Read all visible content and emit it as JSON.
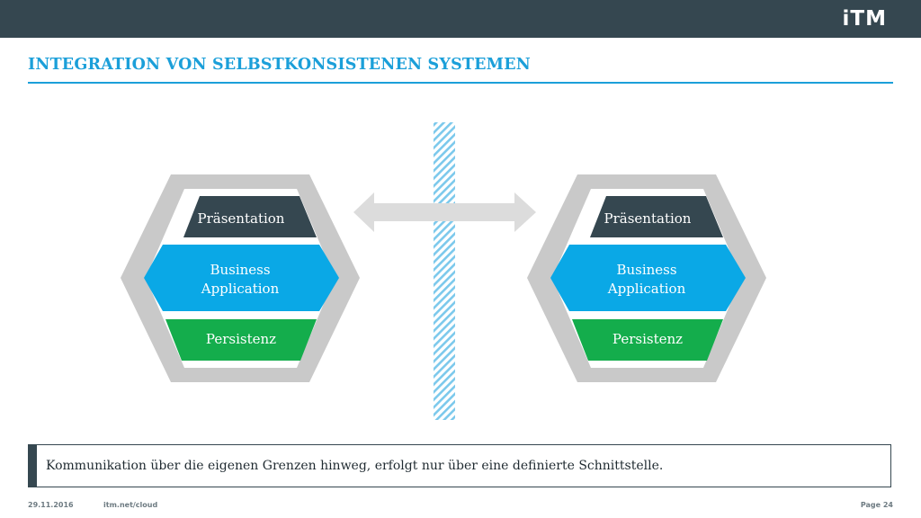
{
  "header": {
    "logo_text": "iTM"
  },
  "slide": {
    "title": "INTEGRATION VON SELBSTKONSISTENEN SYSTEMEN"
  },
  "colors": {
    "dark": "#354750",
    "blue": "#0aa8e6",
    "green": "#14ad4c",
    "gray": "#c9c9c9",
    "accent": "#1b9fd9"
  },
  "systems": [
    {
      "presentation": "Präsentation",
      "business": [
        "Business",
        "Application"
      ],
      "persistence": "Persistenz"
    },
    {
      "presentation": "Präsentation",
      "business": [
        "Business",
        "Application"
      ],
      "persistence": "Persistenz"
    }
  ],
  "info": {
    "text": "Kommunikation über die eigenen Grenzen hinweg, erfolgt nur über eine definierte Schnittstelle."
  },
  "footer": {
    "date": "29.11.2016",
    "url": "itm.net/cloud",
    "page": "Page 24"
  }
}
